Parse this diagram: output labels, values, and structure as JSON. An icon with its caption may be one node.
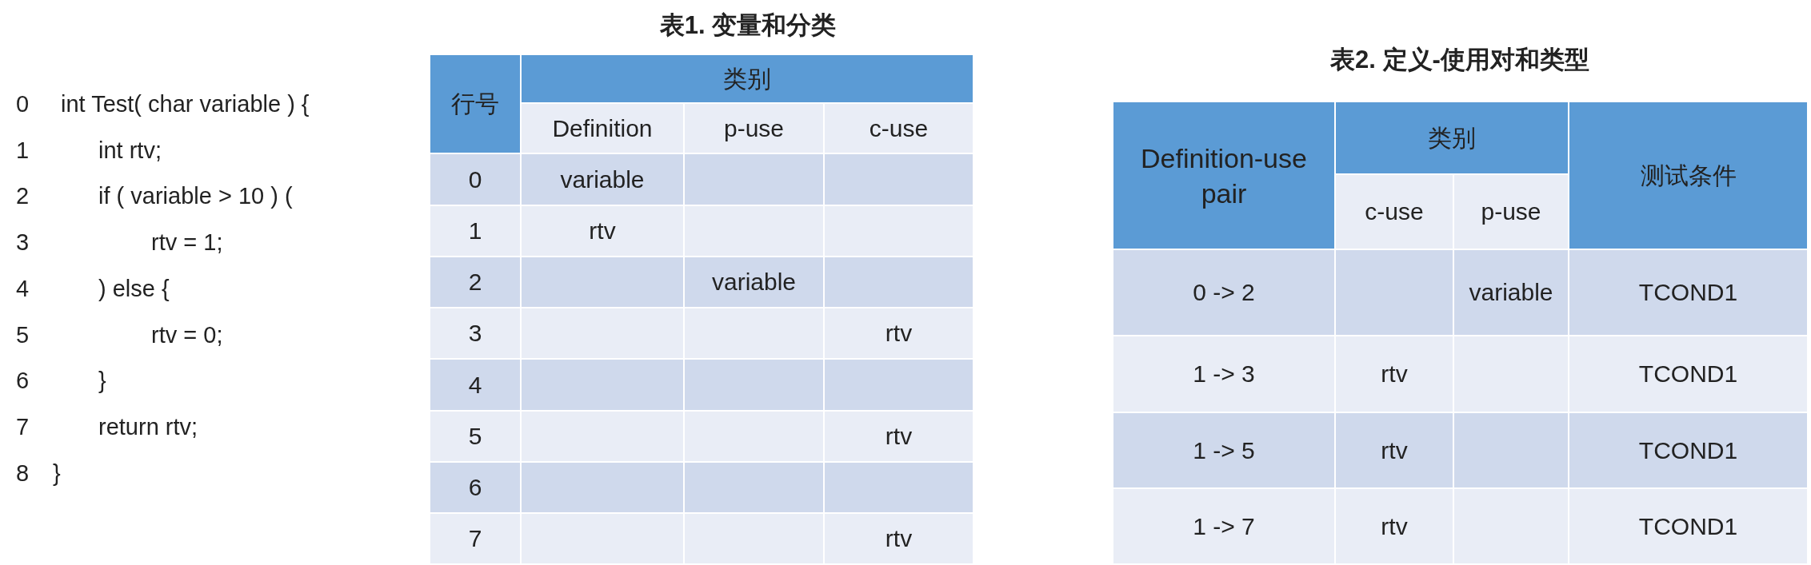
{
  "diagram": {
    "labels": [
      "0",
      "int Test( char variable ) {",
      "1",
      "int rtv;",
      "2",
      "if (  variable > 10 ) (",
      "3",
      "rtv = 1;",
      "4",
      ") else {",
      "5",
      "rtv = 0;",
      "6",
      "}",
      "7",
      "return rtv;",
      "8",
      "}",
      "表1. 变量和分类",
      "行号",
      "类别",
      "Definition",
      "p-use",
      "c-use",
      "0",
      "variable",
      "1",
      "rtv",
      "2",
      "variable",
      "3",
      "rtv",
      "4",
      "5",
      "rtv",
      "6",
      "7",
      "rtv",
      "表2. 定义-使用对和类型",
      "Definition-use pair",
      "类别",
      "测试条件",
      "c-use",
      "p-use",
      "0 -> 2",
      "variable",
      "TCOND1",
      "1 -> 3",
      "rtv",
      "TCOND1",
      "1 -> 5",
      "rtv",
      "TCOND1",
      "1 -> 7",
      "rtv",
      "TCOND1"
    ]
  }
}
